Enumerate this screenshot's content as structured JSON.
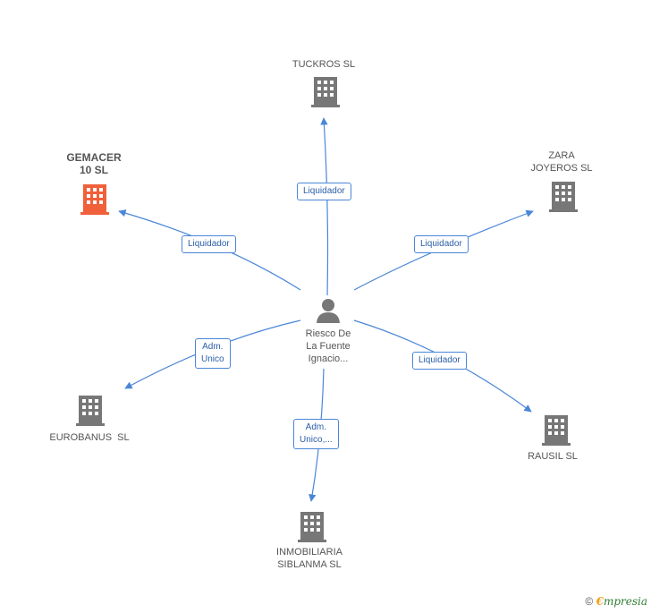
{
  "center": {
    "label": "Riesco De\nLa Fuente\nIgnacio...",
    "icon": "person-icon"
  },
  "nodes": [
    {
      "id": "tuckros",
      "label": "TUCKROS SL",
      "icon": "building-icon",
      "color": "#777777"
    },
    {
      "id": "gemacer",
      "label": "GEMACER\n10 SL",
      "icon": "building-icon",
      "color": "#f0603a",
      "highlight": true
    },
    {
      "id": "zara",
      "label": "ZARA\nJOYEROS SL",
      "icon": "building-icon",
      "color": "#777777"
    },
    {
      "id": "eurobanus",
      "label": "EUROBANUS  SL",
      "icon": "building-icon",
      "color": "#777777"
    },
    {
      "id": "rausil",
      "label": "RAUSIL SL",
      "icon": "building-icon",
      "color": "#777777"
    },
    {
      "id": "inmobiliaria",
      "label": "INMOBILIARIA\nSIBLANMA SL",
      "icon": "building-icon",
      "color": "#777777"
    }
  ],
  "edges": [
    {
      "to": "tuckros",
      "label": "Liquidador"
    },
    {
      "to": "gemacer",
      "label": "Liquidador"
    },
    {
      "to": "zara",
      "label": "Liquidador"
    },
    {
      "to": "eurobanus",
      "label": "Adm.\nUnico"
    },
    {
      "to": "rausil",
      "label": "Liquidador"
    },
    {
      "to": "inmobiliaria",
      "label": "Adm.\nUnico,..."
    }
  ],
  "footer": {
    "copyright": "©",
    "brand_initial": "€",
    "brand_rest": "mpresia"
  },
  "colors": {
    "edge": "#4a86d8",
    "building": "#777777",
    "highlight": "#f0603a"
  }
}
